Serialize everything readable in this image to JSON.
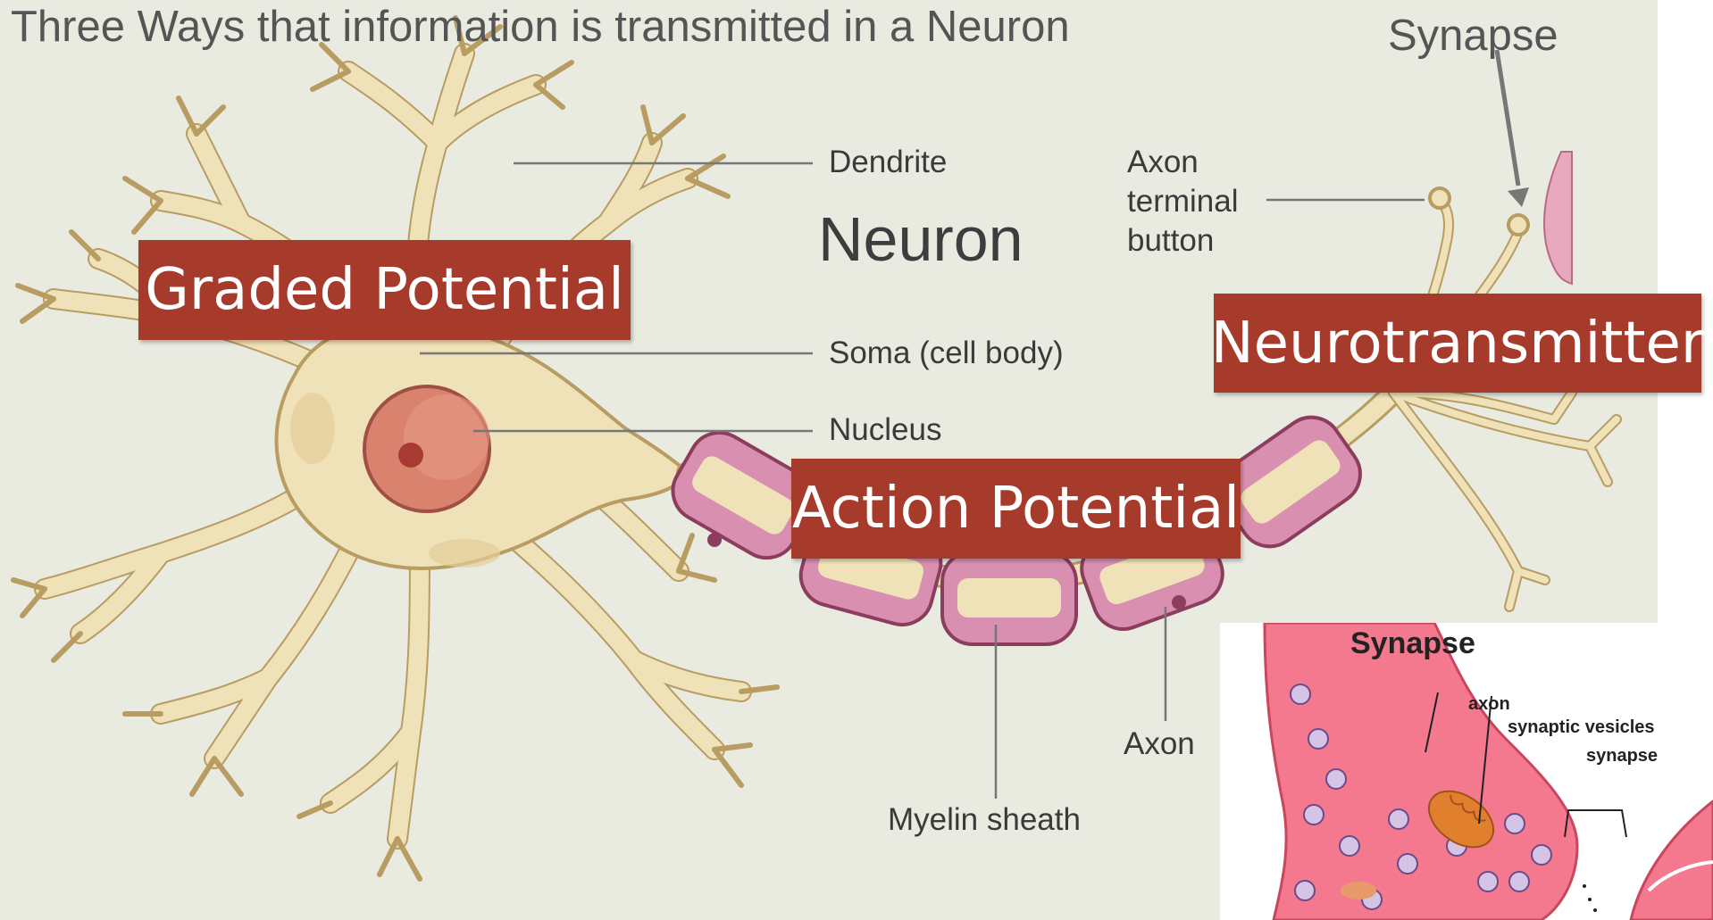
{
  "title": "Three Ways that information is transmitted in a Neuron",
  "synapse_label": "Synapse",
  "neuron_label": "Neuron",
  "part_labels": {
    "dendrite": "Dendrite",
    "soma": "Soma (cell body)",
    "nucleus": "Nucleus",
    "axon_terminal_line1": "Axon",
    "axon_terminal_line2": "terminal",
    "axon_terminal_line3": "button",
    "axon": "Axon",
    "myelin": "Myelin sheath"
  },
  "banners": {
    "graded": "Graded Potential",
    "action": "Action Potential",
    "neurotransmitter": "Neurotransmitter"
  },
  "inset": {
    "title": "Synapse",
    "axon": "axon",
    "vesicles": "synaptic vesicles",
    "synapse": "synapse"
  },
  "colors": {
    "background": "#e9ebe1",
    "banner": "#a63a2b",
    "cell": "#f0e2b8",
    "cell_outline": "#b89c62",
    "myelin": "#d98fb0",
    "nucleus": "#d9826e",
    "synapse_pink": "#f4788e"
  }
}
